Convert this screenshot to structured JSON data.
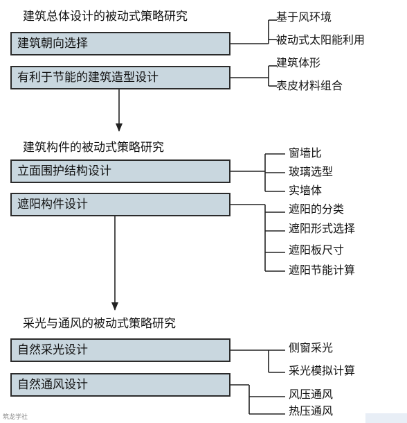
{
  "sections": [
    {
      "title": "建筑总体设计的被动式策略研究",
      "boxes": [
        {
          "label": "建筑朝向选择",
          "items": [
            "基于风环境",
            "被动式太阳能利用"
          ]
        },
        {
          "label": "有利于节能的建筑造型设计",
          "items": [
            "建筑体形",
            "表皮材料组合"
          ]
        }
      ]
    },
    {
      "title": "建筑构件的被动式策略研究",
      "boxes": [
        {
          "label": "立面围护结构设计",
          "items": [
            "窗墙比",
            "玻璃选型",
            "实墙体"
          ]
        },
        {
          "label": "遮阳构件设计",
          "items": [
            "遮阳的分类",
            "遮阳形式选择",
            "遮阳板尺寸",
            "遮阳节能计算"
          ]
        }
      ]
    },
    {
      "title": "采光与通风的被动式策略研究",
      "boxes": [
        {
          "label": "自然采光设计",
          "items": [
            "侧窗采光",
            "采光模拟计算"
          ]
        },
        {
          "label": "自然通风设计",
          "items": [
            "风压通风",
            "热压通风"
          ]
        }
      ]
    }
  ],
  "watermark": "筑龙学社",
  "colors": {
    "box_fill": "#c9d7df",
    "border": "#2b2b2b",
    "line": "#222222"
  }
}
